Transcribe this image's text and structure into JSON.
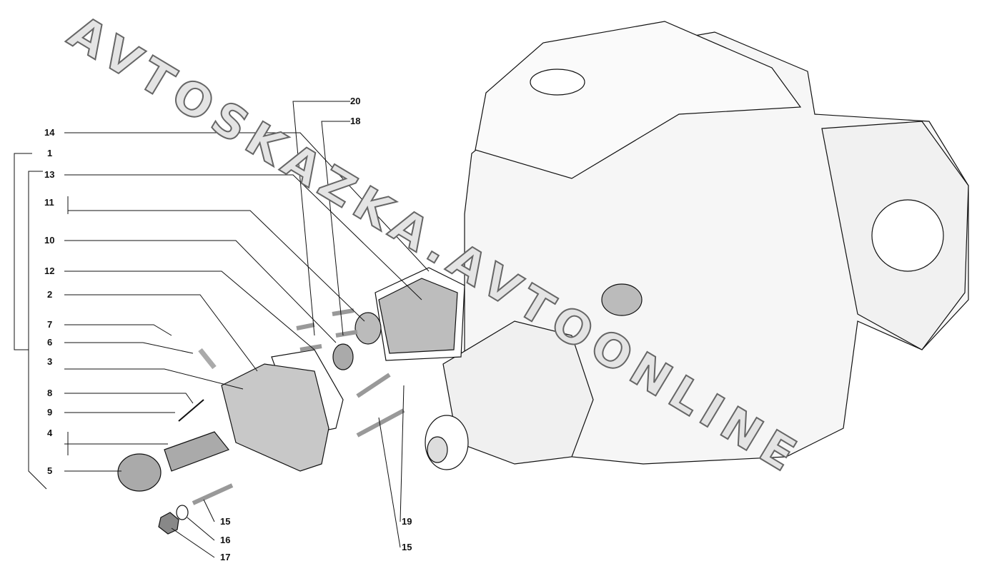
{
  "diagram": {
    "title": "Water pump and engine assembly exploded view",
    "callouts": [
      "20",
      "18",
      "14",
      "1",
      "13",
      "11",
      "10",
      "12",
      "2",
      "7",
      "6",
      "3",
      "8",
      "9",
      "4",
      "5",
      "15",
      "16",
      "17",
      "19",
      "15"
    ]
  },
  "watermark": {
    "text": "AVTOSKAZKA.AVTOONLINE"
  }
}
